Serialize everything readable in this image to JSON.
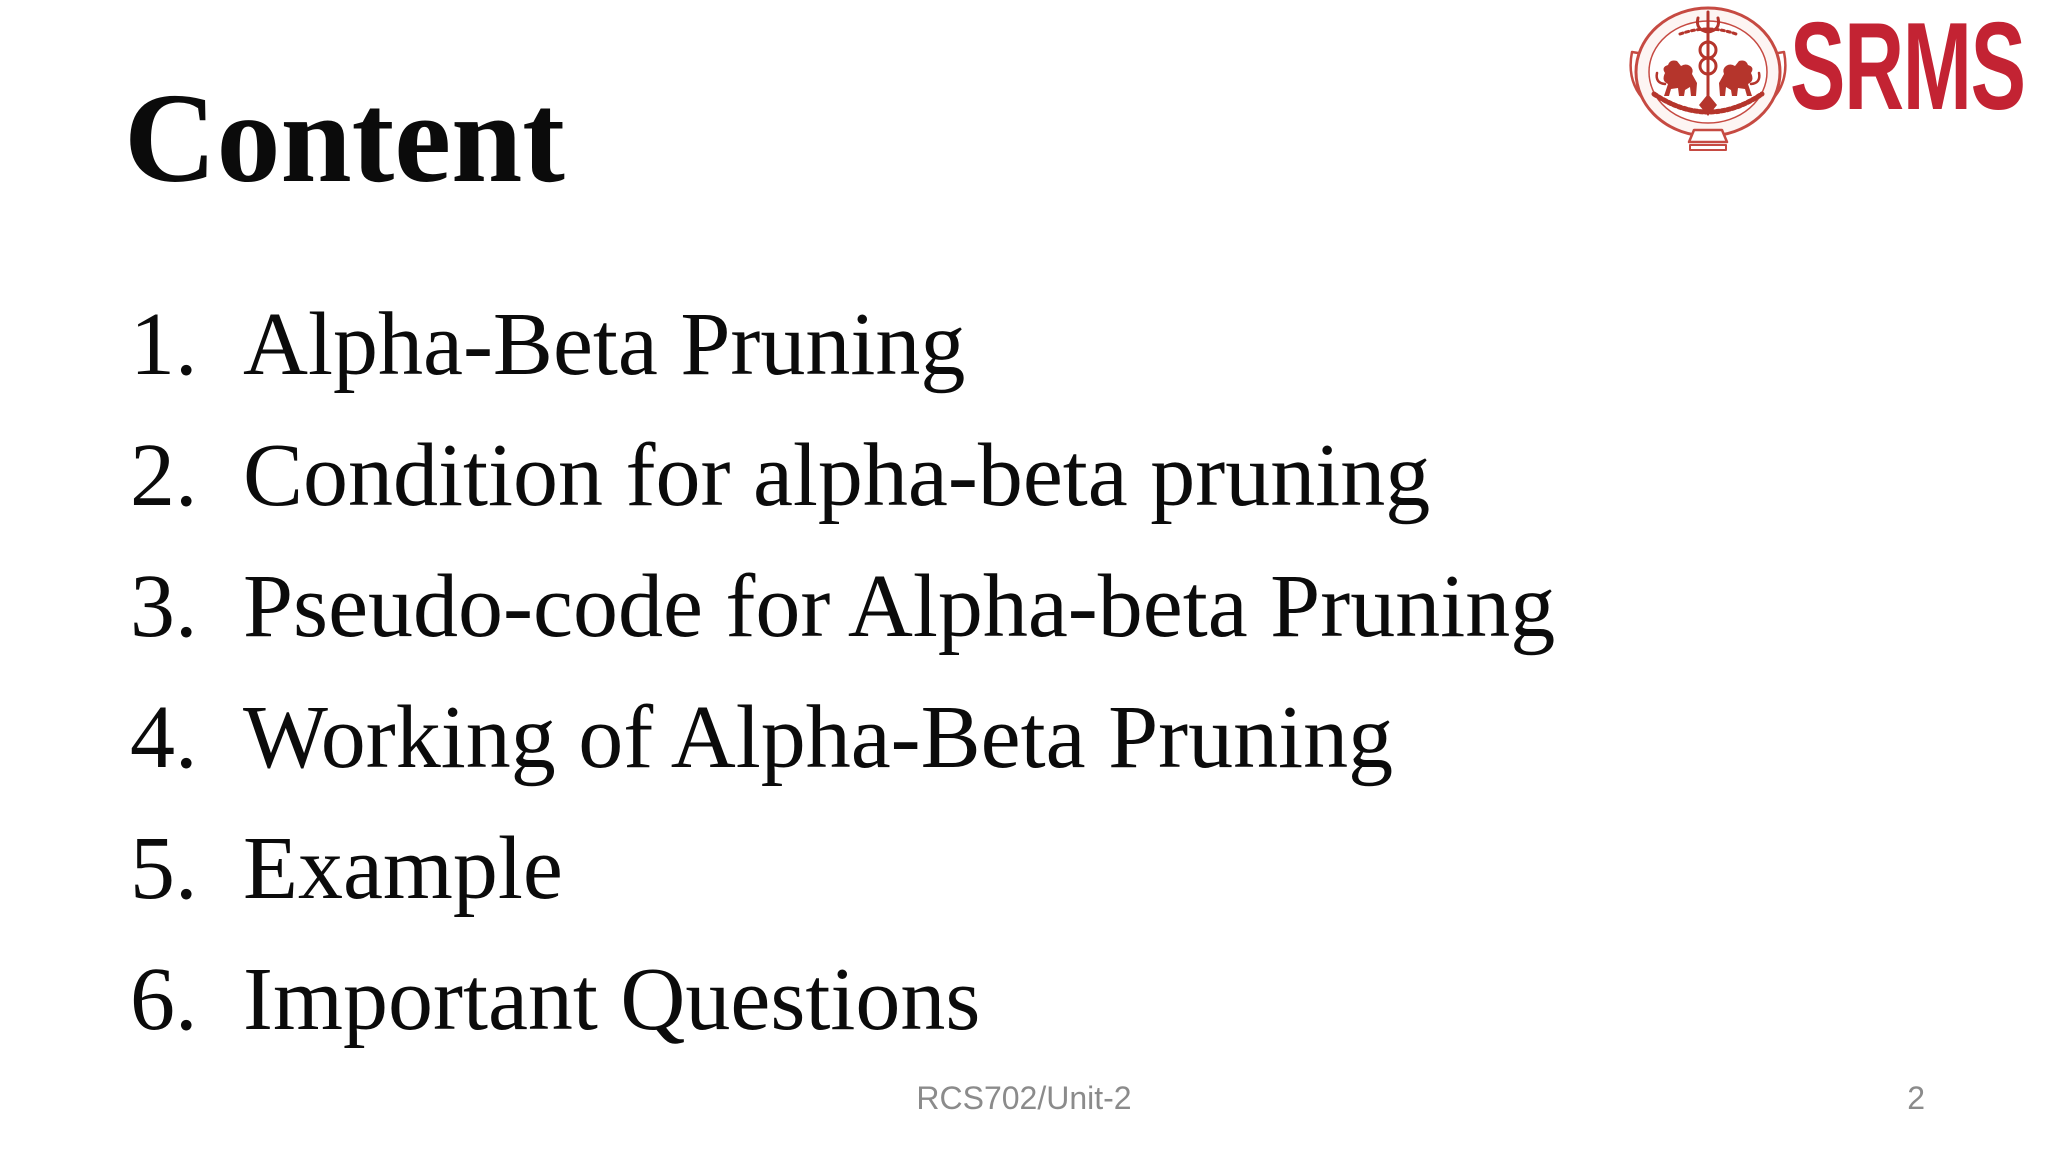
{
  "slide": {
    "title": "Content",
    "items": [
      {
        "number": "1.",
        "text": "Alpha-Beta Pruning"
      },
      {
        "number": "2.",
        "text": "Condition for alpha-beta pruning"
      },
      {
        "number": "3.",
        "text": "Pseudo-code for Alpha-beta Pruning"
      },
      {
        "number": "4.",
        "text": "Working of Alpha-Beta Pruning"
      },
      {
        "number": "5.",
        "text": "Example"
      },
      {
        "number": "6.",
        "text": "Important Questions"
      }
    ],
    "footer": {
      "doc_code": "RCS702/Unit-2",
      "page_number": "2"
    }
  },
  "logo": {
    "wordmark": "SRMS",
    "emblem_icon": "srms-crest",
    "wordmark_color": "#c32333",
    "emblem_color": "#b5352c"
  },
  "colors": {
    "background": "#ffffff",
    "body_text": "#0b0b0b",
    "footer_gray": "#8b8b8b",
    "logo_red": "#c32333"
  }
}
